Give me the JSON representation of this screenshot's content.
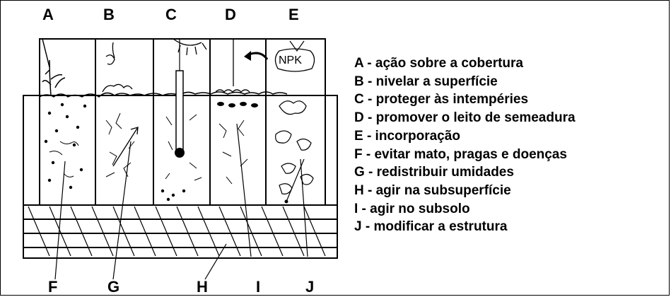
{
  "diagram": {
    "top_labels": [
      "A",
      "B",
      "C",
      "D",
      "E"
    ],
    "bottom_labels": [
      "F",
      "G",
      "H",
      "I",
      "J"
    ],
    "npk_label": "NPK"
  },
  "legend": {
    "items": [
      "A - ação sobre a cobertura",
      "B - nivelar a superfície",
      "C - proteger às intempéries",
      "D - promover o leito de semeadura",
      "E - incorporação",
      "F - evitar mato, pragas e doenças",
      "G - redistribuir umidades",
      "H - agir na subsuperfície",
      "I  - agir no subsolo",
      "J - modificar a estrutura"
    ]
  }
}
